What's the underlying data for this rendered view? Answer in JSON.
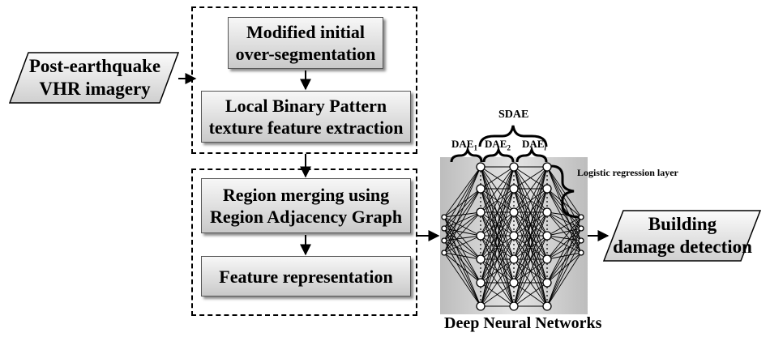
{
  "input_label": "Post-earthquake\nVHR imagery",
  "group1": {
    "box1": "Modified initial\nover-segmentation",
    "box2": "Local Binary Pattern\ntexture feature extraction"
  },
  "group2": {
    "box3": "Region merging using\nRegion Adjacency Graph",
    "box4": "Feature representation"
  },
  "network": {
    "caption": "Deep Neural Networks",
    "sdae": "SDAE",
    "dae1": "DAE",
    "dae1_sub": "1",
    "dae2": "DAE",
    "dae2_sub": "2",
    "daei": "DAE",
    "daei_sub": "i",
    "logistic": "Logistic regression layer"
  },
  "output_label": "Building\ndamage detection"
}
